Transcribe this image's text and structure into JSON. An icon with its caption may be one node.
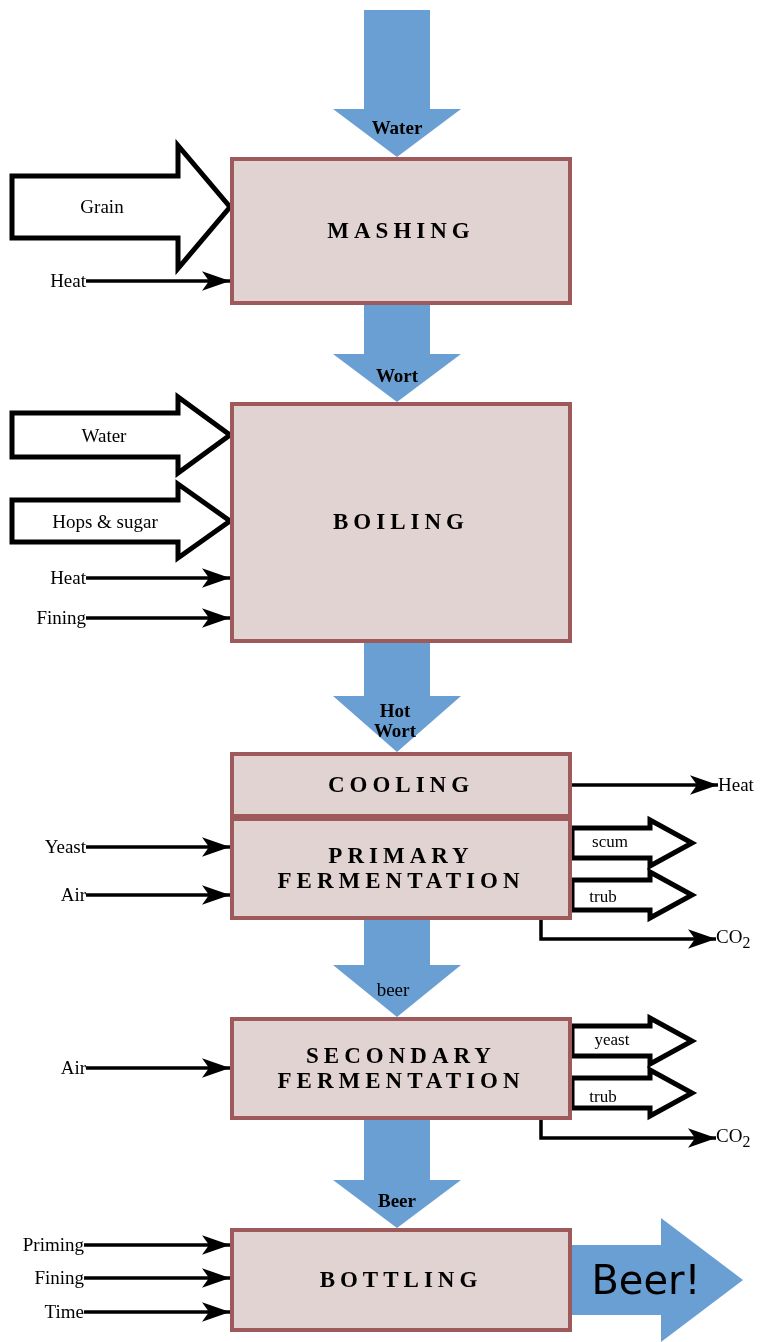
{
  "diagram": {
    "nodes": [
      {
        "text": [
          "MASHING"
        ]
      },
      {
        "text": [
          "BOILING"
        ]
      },
      {
        "text": [
          "COOLING"
        ]
      },
      {
        "text": [
          "PRIMARY FERMENTATION"
        ]
      },
      {
        "text": [
          "SECONDARY FERMENTATION"
        ]
      },
      {
        "text": [
          "BOTTLING"
        ]
      },
      {
        "text": [
          "Heat"
        ]
      },
      {
        "text": [
          "Heat"
        ]
      },
      {
        "text": [
          "Fining"
        ]
      },
      {
        "text": [
          "Heat"
        ]
      },
      {
        "text": [
          "Yeast"
        ]
      },
      {
        "text": [
          "Air"
        ]
      },
      {
        "text": [
          "CO$_{2}$"
        ]
      },
      {
        "text": [
          "Air"
        ]
      },
      {
        "text": [
          "CO$_{2}$"
        ]
      },
      {
        "text": [
          "Priming"
        ]
      },
      {
        "text": [
          "Fining"
        ]
      },
      {
        "text": [
          "Time"
        ]
      }
    ],
    "edges": [
      {
        "from": null,
        "to": 0,
        "arrow": "to",
        "label": "Water",
        "style": "thick",
        "color": "#6a9fd4"
      },
      {
        "from": null,
        "to": 0,
        "arrow": "to",
        "label": "Grain",
        "style": "thick"
      },
      {
        "from": 6,
        "to": 0,
        "arrow": "to"
      },
      {
        "from": 0,
        "to": 1,
        "arrow": "to",
        "label": "Wort",
        "style": "thick",
        "color": "#6a9fd4"
      },
      {
        "from": null,
        "to": 1,
        "arrow": "to",
        "label": "Water",
        "style": "thick"
      },
      {
        "from": null,
        "to": 1,
        "arrow": "to",
        "label": "Hops & sugar",
        "style": "thick"
      },
      {
        "from": 7,
        "to": 1,
        "arrow": "to"
      },
      {
        "from": 8,
        "to": 1,
        "arrow": "to"
      },
      {
        "from": 1,
        "to": 2,
        "arrow": "to",
        "label": "Hot Wort",
        "style": "thick",
        "color": "#6a9fd4"
      },
      {
        "from": 2,
        "to": 9,
        "arrow": "to"
      },
      {
        "from": 10,
        "to": 3,
        "arrow": "to"
      },
      {
        "from": 11,
        "to": 3,
        "arrow": "to"
      },
      {
        "from": 3,
        "to": null,
        "arrow": "to",
        "label": "scum",
        "style": "thick"
      },
      {
        "from": 3,
        "to": null,
        "arrow": "to",
        "label": "trub",
        "style": "thick"
      },
      {
        "from": 3,
        "to": 12,
        "arrow": "to"
      },
      {
        "from": 3,
        "to": 4,
        "arrow": "to",
        "label": "beer",
        "style": "thick",
        "color": "#6a9fd4"
      },
      {
        "from": 13,
        "to": 4,
        "arrow": "to"
      },
      {
        "from": 4,
        "to": null,
        "arrow": "to",
        "label": "yeast",
        "style": "thick"
      },
      {
        "from": 4,
        "to": null,
        "arrow": "to",
        "label": "trub",
        "style": "thick"
      },
      {
        "from": 4,
        "to": 14,
        "arrow": "to"
      },
      {
        "from": 4,
        "to": 5,
        "arrow": "to",
        "label": "Beer",
        "style": "thick",
        "color": "#6a9fd4"
      },
      {
        "from": 15,
        "to": 5,
        "arrow": "to"
      },
      {
        "from": 16,
        "to": 5,
        "arrow": "to"
      },
      {
        "from": 17,
        "to": 5,
        "arrow": "to"
      },
      {
        "from": 5,
        "to": null,
        "arrow": "to",
        "label": "Beer!",
        "style": "thick",
        "color": "#6a9fd4"
      }
    ]
  }
}
